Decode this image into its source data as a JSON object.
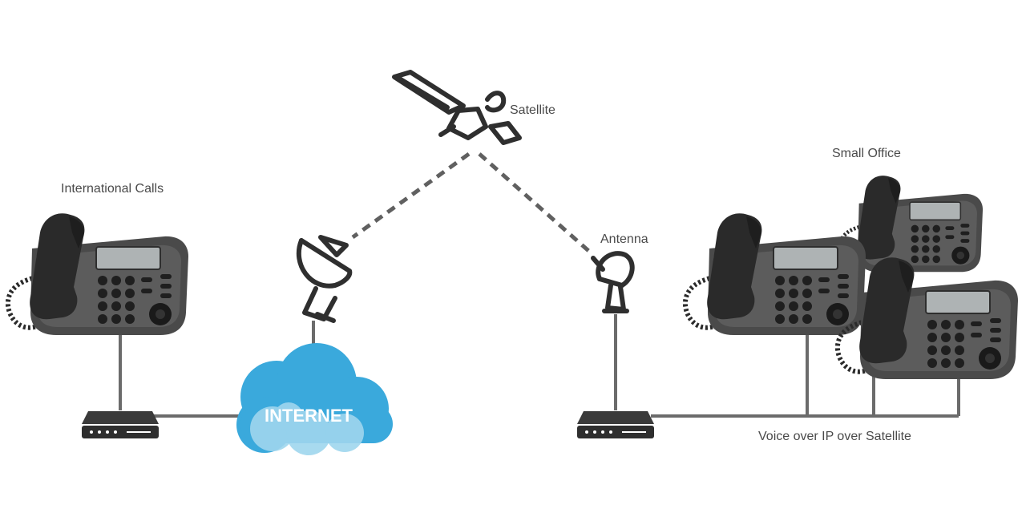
{
  "labels": {
    "satellite": "Satellite",
    "international_calls": "International Calls",
    "antenna": "Antenna",
    "small_office": "Small Office",
    "internet": "INTERNET",
    "voip": "Voice over IP over Satellite"
  },
  "colors": {
    "cloud_light": "#9fd6ee",
    "cloud_dark": "#3aa9dc",
    "phone_body": "#3b3b3b",
    "wire": "#6b6b6b"
  },
  "icons": [
    "satellite-icon",
    "dish-icon",
    "antenna-icon",
    "desk-phone-icon",
    "router-icon",
    "cloud-icon"
  ]
}
